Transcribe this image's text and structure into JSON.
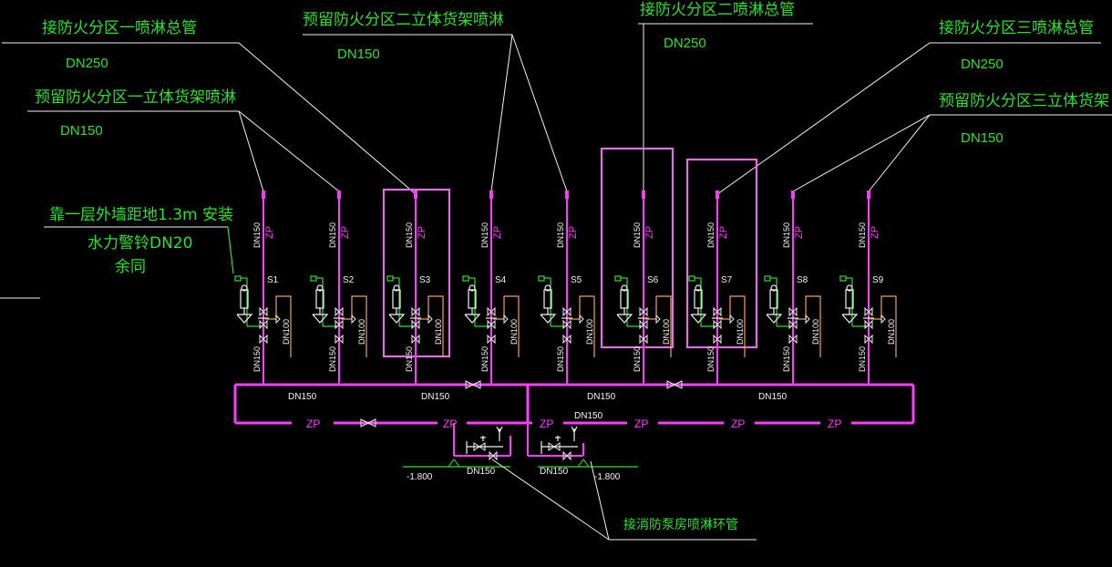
{
  "labels": {
    "zone1_main": "接防火分区一喷淋总管",
    "zone1_main_dn": "DN250",
    "zone1_rack": "预留防火分区一立体货架喷淋",
    "zone1_rack_dn": "DN150",
    "zone2_rack": "预留防火分区二立体货架喷淋",
    "zone2_rack_dn": "DN150",
    "zone2_main": "接防火分区二喷淋总管",
    "zone2_main_dn": "DN250",
    "zone3_main": "接防火分区三喷淋总管",
    "zone3_main_dn": "DN250",
    "zone3_rack": "预留防火分区三立体货架",
    "zone3_rack_dn": "DN150",
    "alarm_line1": "靠一层外墙距地1.3m  安装",
    "alarm_line2": "水力警铃DN20",
    "alarm_line3": "余同",
    "pump_room": "接消防泵房喷淋环管"
  },
  "risers": [
    {
      "id": "S1",
      "dn": "DN150",
      "drain": "DN100",
      "low_dn": "DN150"
    },
    {
      "id": "S2",
      "dn": "DN150",
      "drain": "DN100",
      "low_dn": "DN150"
    },
    {
      "id": "S3",
      "dn": "DN150",
      "drain": "DN100",
      "low_dn": "DN150"
    },
    {
      "id": "S4",
      "dn": "DN150",
      "drain": "DN100",
      "low_dn": "DN150"
    },
    {
      "id": "S5",
      "dn": "DN150",
      "drain": "DN100",
      "low_dn": "DN150"
    },
    {
      "id": "S6",
      "dn": "DN150",
      "drain": "DN100",
      "low_dn": "DN150"
    },
    {
      "id": "S7",
      "dn": "DN150",
      "drain": "DN100",
      "low_dn": "DN150"
    },
    {
      "id": "S8",
      "dn": "DN150",
      "drain": "DN100",
      "low_dn": "DN150"
    },
    {
      "id": "S9",
      "dn": "DN150",
      "drain": "DN100",
      "low_dn": "DN150"
    }
  ],
  "riser_pipe_tag": "ZP",
  "header": {
    "segments": [
      "DN150",
      "DN150",
      "DN150",
      "DN150"
    ],
    "zp_tags": [
      "ZP",
      "ZP",
      "ZP",
      "ZP",
      "ZP",
      "ZP"
    ],
    "connector_dn": "DN150"
  },
  "inlets": [
    {
      "dn": "DN150",
      "elevation": "-1.800"
    },
    {
      "dn": "DN150",
      "elevation": "-1.800"
    }
  ],
  "colors": {
    "background": "#000000",
    "pipe": "#ff3dff",
    "text": "#2fe02f",
    "leader": "#f2f2f2"
  }
}
